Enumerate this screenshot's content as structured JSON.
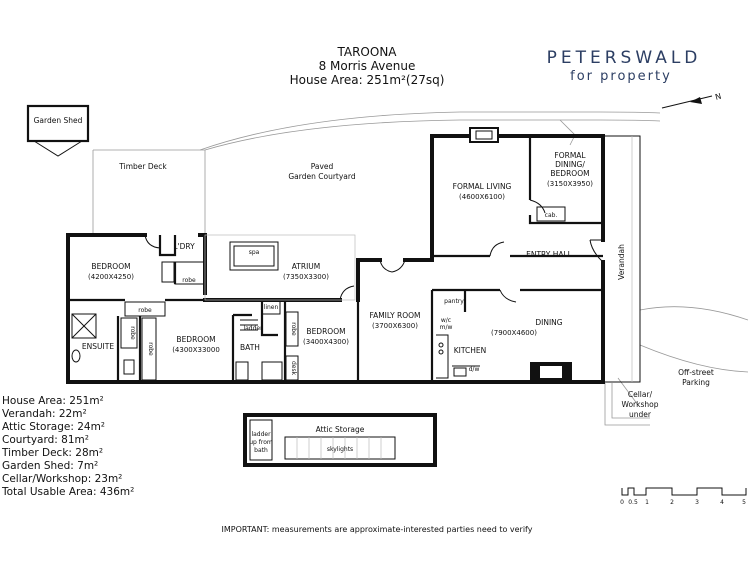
{
  "header": {
    "title": "TAROONA",
    "address": "8 Morris Avenue",
    "house_area": "House Area: 251m²(27sq)"
  },
  "brand": {
    "name": "PETERSWALD",
    "tagline": "for property",
    "color": "#2c3e63"
  },
  "compass": {
    "label": "N"
  },
  "rooms": {
    "garden_shed": "Garden Shed",
    "timber_deck": "Timber Deck",
    "paved_line1": "Paved",
    "paved_line2": "Garden Courtyard",
    "formal_living": "FORMAL LIVING",
    "formal_living_dim": "(4600X6100)",
    "formal_dining_line1": "FORMAL",
    "formal_dining_line2": "DINING/",
    "formal_dining_line3": "BEDROOM",
    "formal_dining_dim": "(3150X3950)",
    "cab": "cab.",
    "entry_hall": "ENTRY HALL",
    "verandah": "Verandah",
    "bedroom1": "BEDROOM",
    "bedroom1_dim": "(4200X4250)",
    "ldry": "L'DRY",
    "robe": "robe",
    "spa": "spa",
    "atrium": "ATRIUM",
    "atrium_dim": "(7350X3300)",
    "ensuite": "ENSUITE",
    "bedroom2": "BEDROOM",
    "bedroom2_dim": "(4300X33000",
    "bath": "BATH",
    "ladder": "ladder",
    "linen": "linen",
    "bedroom3": "BEDROOM",
    "bedroom3_dim": "(3400X4300)",
    "desk": "desk",
    "family_room": "FAMILY ROOM",
    "family_room_dim": "(3700X6300)",
    "pantry": "pantry",
    "wc_line1": "w/c",
    "wc_line2": "m/w",
    "kitchen": "KITCHEN",
    "dw": "d/w",
    "dining": "DINING",
    "dining_dim": "(7900X4600)",
    "cellar_line1": "Cellar/",
    "cellar_line2": "Workshop",
    "cellar_line3": "under",
    "offstreet_line1": "Off-street",
    "offstreet_line2": "Parking",
    "attic_storage": "Attic Storage",
    "attic_ladder_line1": "ladder",
    "attic_ladder_line2": "up from",
    "attic_ladder_line3": "bath",
    "skylights": "skylights"
  },
  "areas": [
    "House Area: 251m²",
    "Verandah: 22m²",
    "Attic Storage: 24m²",
    "Courtyard: 81m²",
    "Timber Deck: 28m²",
    "Garden Shed: 7m²",
    "Cellar/Workshop: 23m²",
    "Total Usable Area: 436m²"
  ],
  "scale": {
    "labels": [
      "0",
      "0.5",
      "1",
      "2",
      "3",
      "4",
      "5"
    ]
  },
  "disclaimer": "IMPORTANT: measurements are approximate-interested parties need to verify"
}
